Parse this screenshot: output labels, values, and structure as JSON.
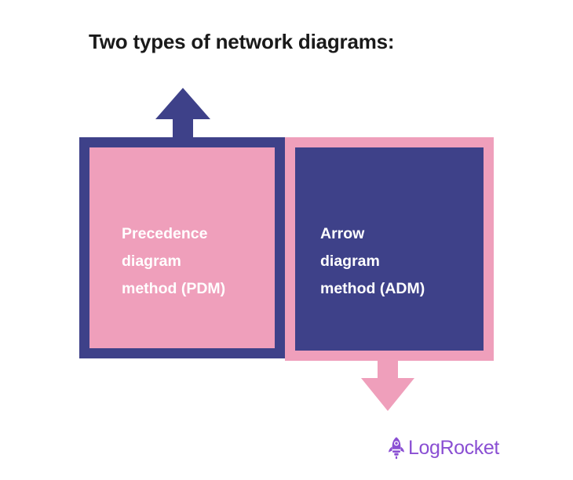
{
  "page": {
    "background_color": "#ffffff"
  },
  "title": "Two types of network diagrams:",
  "palette": {
    "pink": "#ef9fbb",
    "navy": "#3e4189",
    "white": "#ffffff",
    "title_color": "#1a1a1a",
    "logo_purple": "#8a4fd3"
  },
  "diagram": {
    "type": "two-box-comparison",
    "boxes": [
      {
        "id": "pdm",
        "label": "Precedence\ndiagram\nmethod (PDM)",
        "label_lines": [
          "Precedence",
          "diagram",
          "method (PDM)"
        ],
        "fill_color": "#ef9fbb",
        "border_color": "#3e4189",
        "text_color": "#ffffff"
      },
      {
        "id": "adm",
        "label": "Arrow\ndiagram\nmethod (ADM)",
        "label_lines": [
          "Arrow",
          "diagram",
          "method (ADM)"
        ],
        "fill_color": "#3e4189",
        "border_color": "#ef9fbb",
        "text_color": "#ffffff"
      }
    ],
    "arrows": [
      {
        "id": "arrow-up",
        "direction": "up",
        "color": "#3e4189",
        "attached_to": "pdm"
      },
      {
        "id": "arrow-down",
        "direction": "down",
        "color": "#ef9fbb",
        "attached_to": "adm"
      }
    ]
  },
  "logo": {
    "icon": "rocket-icon",
    "text": "LogRocket",
    "color": "#8a4fd3"
  }
}
